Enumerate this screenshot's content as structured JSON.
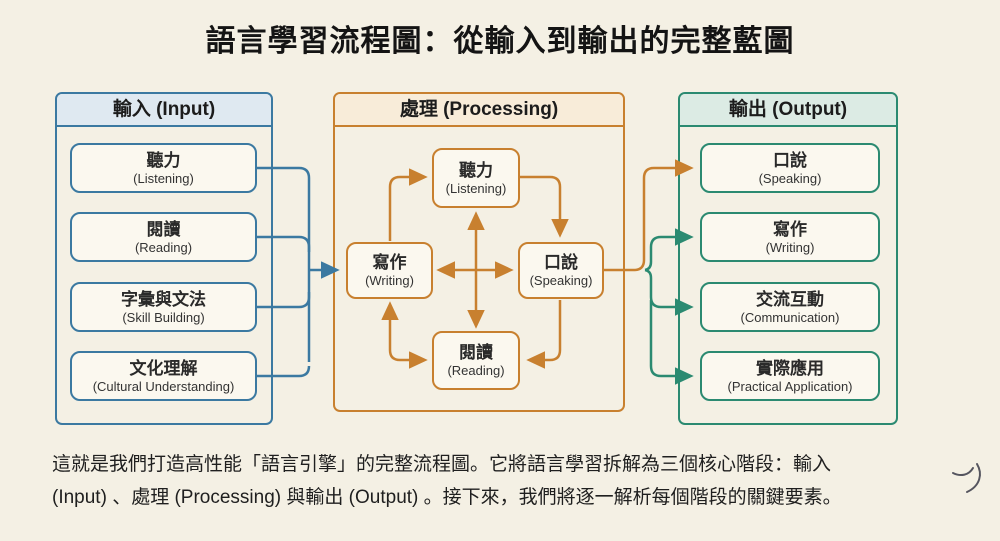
{
  "title": "語言學習流程圖：從輸入到輸出的完整藍圖",
  "panels": {
    "input": {
      "header": "輸入 (Input)",
      "items": [
        {
          "zh": "聽力",
          "en": "(Listening)"
        },
        {
          "zh": "閱讀",
          "en": "(Reading)"
        },
        {
          "zh": "字彙與文法",
          "en": "(Skill Building)"
        },
        {
          "zh": "文化理解",
          "en": "(Cultural Understanding)"
        }
      ]
    },
    "processing": {
      "header": "處理 (Processing)",
      "nodes": [
        {
          "zh": "聽力",
          "en": "(Listening)"
        },
        {
          "zh": "寫作",
          "en": "(Writing)"
        },
        {
          "zh": "口說",
          "en": "(Speaking)"
        },
        {
          "zh": "閱讀",
          "en": "(Reading)"
        }
      ]
    },
    "output": {
      "header": "輸出 (Output)",
      "items": [
        {
          "zh": "口說",
          "en": "(Speaking)"
        },
        {
          "zh": "寫作",
          "en": "(Writing)"
        },
        {
          "zh": "交流互動",
          "en": "(Communication)"
        },
        {
          "zh": "實際應用",
          "en": "(Practical Application)"
        }
      ]
    }
  },
  "caption": {
    "line1": "這就是我們打造高性能「語言引擎」的完整流程圖。它將語言學習拆解為三個核心階段：輸入",
    "line2": "(Input) 、處理 (Processing) 與輸出 (Output) 。接下來，我們將逐一解析每個階段的關鍵要素。"
  },
  "colors": {
    "page_bg": "#f4f0e4",
    "node_bg": "#fbf8ef",
    "input_accent": "#3b79a1",
    "input_header_bg": "#dfe9f1",
    "processing_accent": "#c8802f",
    "processing_header_bg": "#f8ecd9",
    "output_accent": "#2b8a71",
    "output_header_bg": "#dcebe4"
  }
}
